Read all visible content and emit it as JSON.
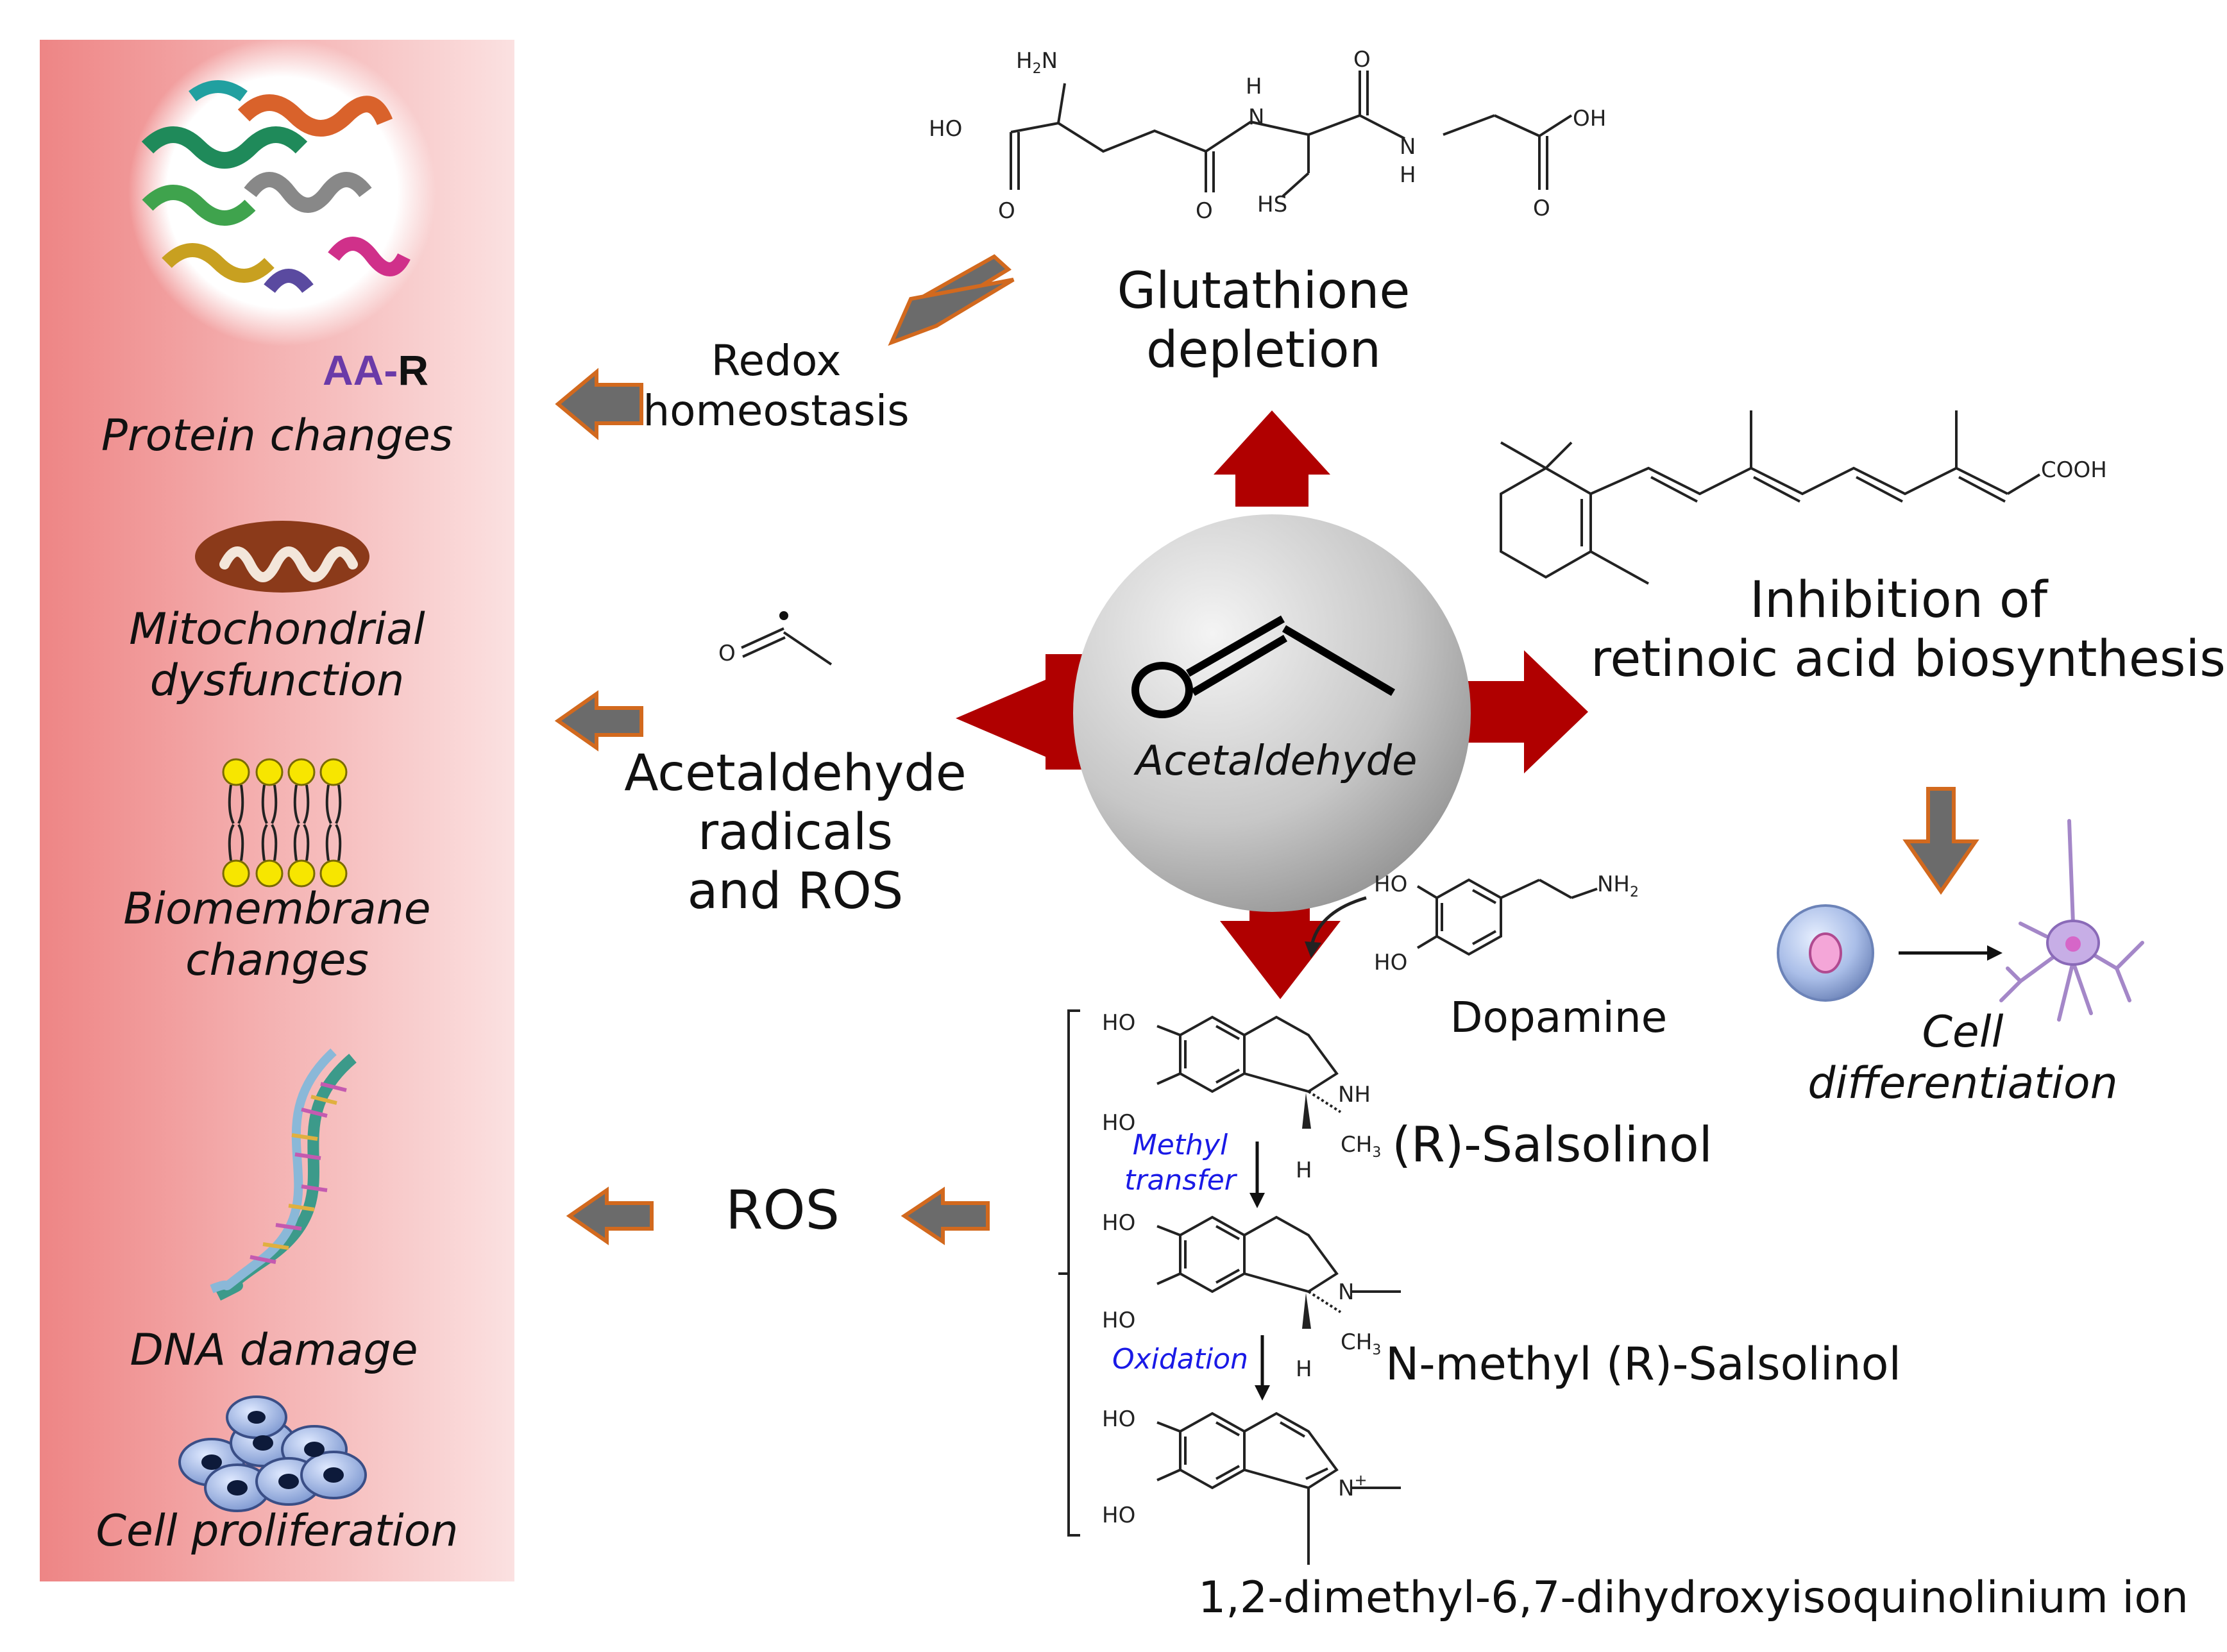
{
  "center": {
    "label": "Acetaldehyde"
  },
  "left_panel": {
    "badge_aa": "AA",
    "badge_dash": "-",
    "badge_r": "R",
    "items": [
      {
        "label": "Protein changes",
        "icon": "protein-structure-icon"
      },
      {
        "label_line1": "Mitochondrial",
        "label_line2": "dysfunction",
        "icon": "mitochondrion-icon"
      },
      {
        "label_line1": "Biomembrane",
        "label_line2": "changes",
        "icon": "lipid-bilayer-icon"
      },
      {
        "label": "DNA damage",
        "icon": "dna-helix-icon"
      },
      {
        "label": "Cell proliferation",
        "icon": "cell-cluster-icon"
      }
    ]
  },
  "effects": {
    "glutathione_line1": "Glutathione",
    "glutathione_line2": "depletion",
    "redox_line1": "Redox",
    "redox_line2": "homeostasis",
    "radicals_line1": "Acetaldehyde",
    "radicals_line2": "radicals",
    "radicals_line3": "and ROS",
    "retinoic_line1": "Inhibition of",
    "retinoic_line2": "retinoic acid biosynthesis",
    "ros": "ROS",
    "cell_diff_line1": "Cell",
    "cell_diff_line2": "differentiation"
  },
  "pathway": {
    "dopamine": "Dopamine",
    "salsolinol": "(R)-Salsolinol",
    "methyl_transfer_line1": "Methyl",
    "methyl_transfer_line2": "transfer",
    "n_methyl_salsolinol": "N-methyl (R)-Salsolinol",
    "oxidation": "Oxidation",
    "isoquinolinium": "1,2-dimethyl-6,7-dihydroxyisoquinolinium ion"
  },
  "colors": {
    "panel_red": "#ee8585",
    "arrow_red": "#b00000",
    "arrow_gray": "#6b6b6b",
    "arrow_orange": "#d2691e",
    "badge_purple": "#6a3aa8",
    "annotation_blue": "#1a1ae6",
    "mito_brown": "#8b3a1a",
    "lipid_yellow": "#f7e600"
  }
}
